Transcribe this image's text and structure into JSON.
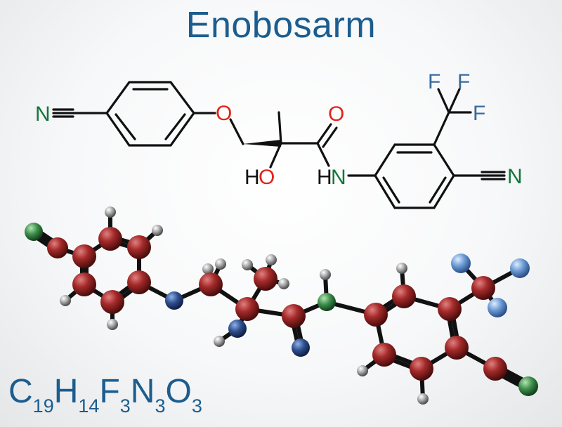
{
  "title": "Enobosarm",
  "formula": [
    {
      "t": "C",
      "s": "19"
    },
    {
      "t": "H",
      "s": "14"
    },
    {
      "t": "F",
      "s": "3"
    },
    {
      "t": "N",
      "s": "3"
    },
    {
      "t": "O",
      "s": "3"
    }
  ],
  "atom_labels": {
    "n_left": "N",
    "o_ether": "O",
    "o_carbonyl": "O",
    "f1": "F",
    "f2": "F",
    "f3": "F",
    "ho_h": "H",
    "ho_o": "O",
    "nh_h": "H",
    "nh_n": "N",
    "n_right": "N"
  },
  "colors": {
    "title": "#1b5d8e",
    "bond": "#111111",
    "oxygen_label": "#e2231a",
    "nitrogen_label": "#14753c",
    "fluorine_label": "#3a6a9a",
    "carbon_atom": "#a52a2a",
    "hydrogen_atom": "#9a9a9a",
    "oxygen_atom": "#2f4f8f",
    "nitrogen_atom": "#3d8f4c",
    "fluorine_atom": "#6a9ad4"
  }
}
